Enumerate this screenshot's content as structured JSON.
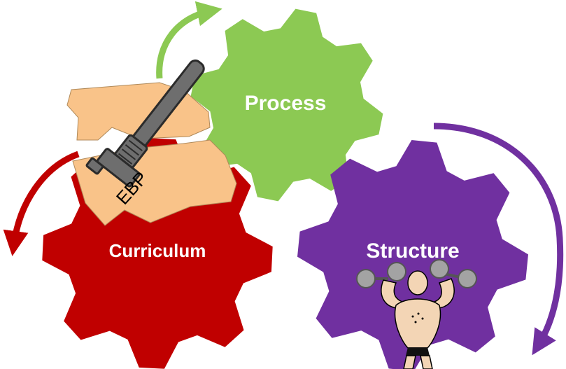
{
  "gears": {
    "process": {
      "label": "Process",
      "color": "#8cc953"
    },
    "curriculum": {
      "label": "Curriculum",
      "color": "#c00000"
    },
    "structure": {
      "label": "Structure",
      "color": "#7030a0"
    }
  },
  "wrench": {
    "label": "EBP"
  },
  "colors": {
    "paper": "#f9c389",
    "paper_edge": "#b08a5a",
    "wrench_body": "#6e6e6e",
    "wrench_dark": "#2b2b2b",
    "dumbbell": "#a3a3a3",
    "skin": "#f3d5b5"
  },
  "icons": [
    "wrench-icon",
    "strongman-icon",
    "torn-paper-icon"
  ]
}
